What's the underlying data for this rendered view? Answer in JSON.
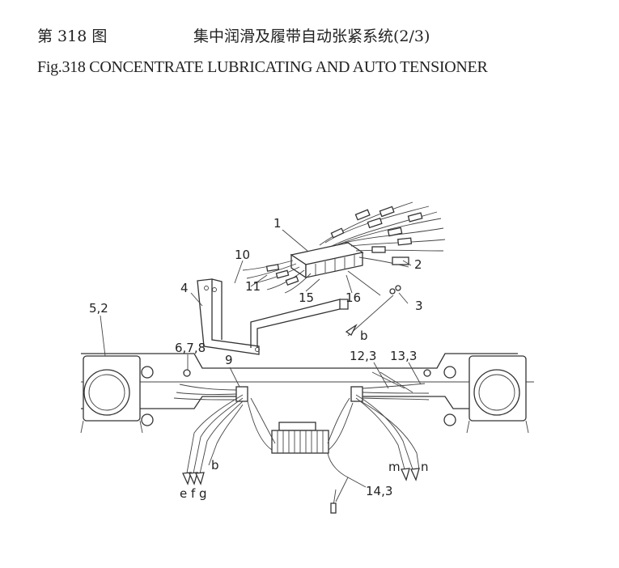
{
  "header": {
    "fig_no_cn": "第 318 图",
    "title_cn": "集中润滑及履带自动张紧系统(2/3)",
    "title_en": "Fig.318 CONCENTRATE LUBRICATING AND AUTO TENSIONER"
  },
  "callouts": {
    "c1": "1",
    "c2": "2",
    "c3": "3",
    "c4": "4",
    "c10": "10",
    "c11": "11",
    "c15": "15",
    "c16": "16",
    "c52": "5,2",
    "c678": "6,7,8",
    "c9": "9",
    "c123": "12,3",
    "c133": "13,3",
    "c143": "14,3",
    "b_upper": "b",
    "b_lower": "b",
    "efg": "e f g",
    "m": "m",
    "n": "n"
  }
}
